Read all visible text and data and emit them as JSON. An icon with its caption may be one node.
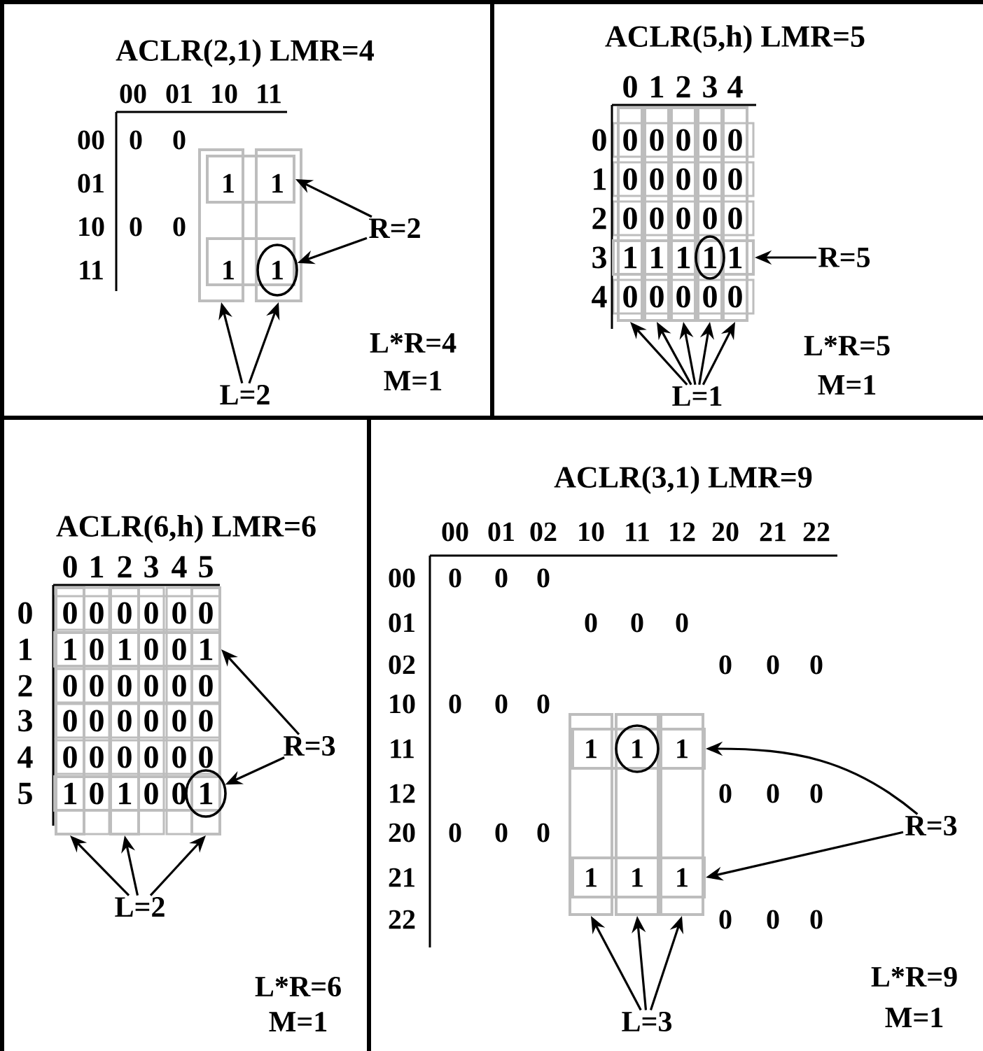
{
  "diagram": {
    "nodes": [
      {
        "text": [
          "ACLR(2,1) LMR=4",
          "L*R=4",
          "M=1"
        ]
      },
      {
        "text": [
          "ACLR(5,h) LMR=5",
          "L*R=5",
          "M=1"
        ]
      },
      {
        "text": [
          "ACLR(6,h) LMR=6",
          "L*R=6",
          "M=1"
        ]
      },
      {
        "text": [
          "ACLR(3,1) LMR=9",
          "L*R=9",
          "M=1"
        ]
      },
      {
        "text": [],
        "shape": "box",
        "in": 0
      },
      {
        "text": [],
        "shape": "box",
        "in": 0
      },
      {
        "text": [],
        "shape": "box",
        "in": 0
      },
      {
        "text": [],
        "shape": "box",
        "in": 0
      },
      {
        "text": [
          "1"
        ],
        "in": 5
      },
      {
        "text": [
          "R=2"
        ],
        "in": 0
      },
      {
        "text": [
          "L=2"
        ],
        "in": 0
      },
      {
        "text": [],
        "shape": "box",
        "in": 1
      },
      {
        "text": [],
        "shape": "box",
        "in": 1
      },
      {
        "text": [],
        "shape": "box",
        "in": 1
      },
      {
        "text": [],
        "shape": "box",
        "in": 1
      },
      {
        "text": [],
        "shape": "box",
        "in": 1
      },
      {
        "text": [],
        "shape": "box",
        "in": 1
      },
      {
        "text": [
          "1"
        ],
        "in": 1
      },
      {
        "text": [
          "R=5"
        ],
        "in": 1
      },
      {
        "text": [
          "L=1"
        ],
        "in": 1
      },
      {
        "text": [],
        "shape": "box",
        "in": 2
      },
      {
        "text": [],
        "shape": "box",
        "in": 2
      },
      {
        "text": [],
        "shape": "box",
        "in": 2
      },
      {
        "text": [],
        "shape": "box",
        "in": 2
      },
      {
        "text": [],
        "shape": "box",
        "in": 2
      },
      {
        "text": [
          "1"
        ],
        "in": 2
      },
      {
        "text": [
          "R=3"
        ],
        "in": 2
      },
      {
        "text": [
          "L=2"
        ],
        "in": 2
      },
      {
        "text": [],
        "shape": "box",
        "in": 3
      },
      {
        "text": [],
        "shape": "box",
        "in": 3
      },
      {
        "text": [],
        "shape": "box",
        "in": 3
      },
      {
        "text": [],
        "shape": "box",
        "in": 3
      },
      {
        "text": [],
        "shape": "box",
        "in": 3
      },
      {
        "text": [
          "1"
        ],
        "in": 29
      },
      {
        "text": [
          "R=3"
        ],
        "in": 3
      },
      {
        "text": [
          "L=3"
        ],
        "in": 3
      }
    ],
    "edges": [
      {
        "from": 9,
        "to": 6,
        "arrow": "to"
      },
      {
        "from": 9,
        "to": 8,
        "arrow": "to"
      },
      {
        "from": 10,
        "to": 4,
        "arrow": "to"
      },
      {
        "from": 10,
        "to": 5,
        "arrow": "to"
      },
      {
        "from": 18,
        "to": 16,
        "arrow": "to"
      },
      {
        "from": 19,
        "to": 11,
        "arrow": "to"
      },
      {
        "from": 19,
        "to": 12,
        "arrow": "to"
      },
      {
        "from": 19,
        "to": 13,
        "arrow": "to"
      },
      {
        "from": 19,
        "to": 14,
        "arrow": "to"
      },
      {
        "from": 19,
        "to": 15,
        "arrow": "to"
      },
      {
        "from": 26,
        "to": 23,
        "arrow": "to"
      },
      {
        "from": 26,
        "to": 25,
        "arrow": "to"
      },
      {
        "from": 27,
        "to": 20,
        "arrow": "to"
      },
      {
        "from": 27,
        "to": 21,
        "arrow": "to"
      },
      {
        "from": 27,
        "to": 22,
        "arrow": "to"
      },
      {
        "from": 34,
        "to": 31,
        "arrow": "to"
      },
      {
        "from": 34,
        "to": 32,
        "arrow": "to"
      },
      {
        "from": 35,
        "to": 28,
        "arrow": "to"
      },
      {
        "from": 35,
        "to": 29,
        "arrow": "to"
      },
      {
        "from": 35,
        "to": 30,
        "arrow": "to"
      }
    ],
    "labels": [
      "00",
      "01",
      "10",
      "11",
      "00",
      "0",
      "0",
      "01",
      "1",
      "1",
      "10",
      "0",
      "0",
      "11",
      "1",
      "0",
      "1",
      "2",
      "3",
      "4",
      "0",
      "0",
      "0",
      "0",
      "0",
      "0",
      "1",
      "0",
      "0",
      "0",
      "0",
      "0",
      "2",
      "0",
      "0",
      "0",
      "0",
      "0",
      "3",
      "1",
      "1",
      "1",
      "1",
      "4",
      "0",
      "0",
      "0",
      "0",
      "0",
      "0",
      "1",
      "2",
      "3",
      "4",
      "5",
      "0",
      "0",
      "0",
      "0",
      "0",
      "0",
      "0",
      "1",
      "1",
      "0",
      "1",
      "0",
      "0",
      "1",
      "2",
      "0",
      "0",
      "0",
      "0",
      "0",
      "0",
      "3",
      "0",
      "0",
      "0",
      "0",
      "0",
      "0",
      "4",
      "0",
      "0",
      "0",
      "0",
      "0",
      "0",
      "5",
      "1",
      "0",
      "1",
      "0",
      "0",
      "00",
      "01",
      "02",
      "10",
      "11",
      "12",
      "20",
      "21",
      "22",
      "00",
      "0",
      "0",
      "0",
      "01",
      "0",
      "0",
      "0",
      "02",
      "0",
      "0",
      "0",
      "10",
      "0",
      "0",
      "0",
      "11",
      "1",
      "1",
      "12",
      "0",
      "0",
      "0",
      "20",
      "0",
      "0",
      "0",
      "21",
      "1",
      "1",
      "1",
      "22",
      "0",
      "0",
      "0"
    ]
  }
}
